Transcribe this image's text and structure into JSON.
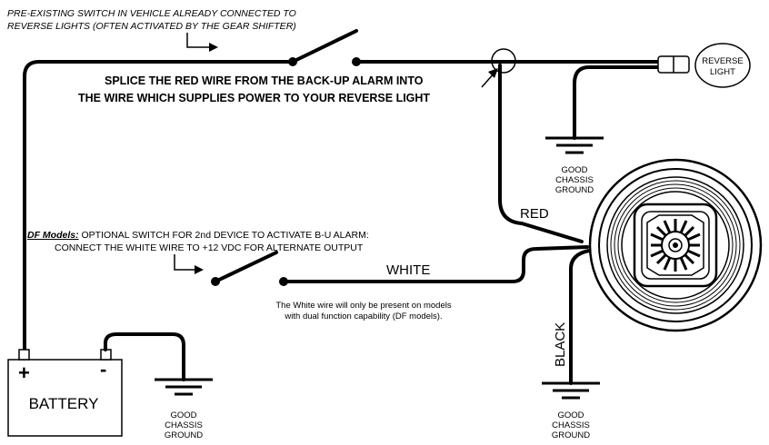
{
  "notes": {
    "preexisting_switch_line1": "PRE-EXISTING SWITCH IN VEHICLE ALREADY CONNECTED TO",
    "preexisting_switch_line2": "REVERSE LIGHTS (OFTEN ACTIVATED BY THE GEAR SHIFTER)",
    "splice_line1": "SPLICE THE RED WIRE FROM THE BACK-UP ALARM INTO",
    "splice_line2": "THE WIRE WHICH SUPPLIES POWER TO YOUR REVERSE LIGHT",
    "df_models_label": "DF Models:",
    "df_line1_rest": " OPTIONAL SWITCH FOR 2nd DEVICE TO ACTIVATE B-U ALARM:",
    "df_line2": "CONNECT THE WHITE WIRE TO +12 VDC FOR ALTERNATE OUTPUT",
    "white_note_line1": "The White wire will only be present on models",
    "white_note_line2": "with dual function capability (DF models)."
  },
  "reverse_light": {
    "line1": "REVERSE",
    "line2": "LIGHT"
  },
  "wires": {
    "red": "RED",
    "white": "WHITE",
    "black": "BLACK"
  },
  "battery": {
    "label": "BATTERY",
    "plus": "+",
    "minus": "-"
  },
  "ground_label": {
    "line1": "GOOD",
    "line2": "CHASSIS",
    "line3": "GROUND"
  }
}
